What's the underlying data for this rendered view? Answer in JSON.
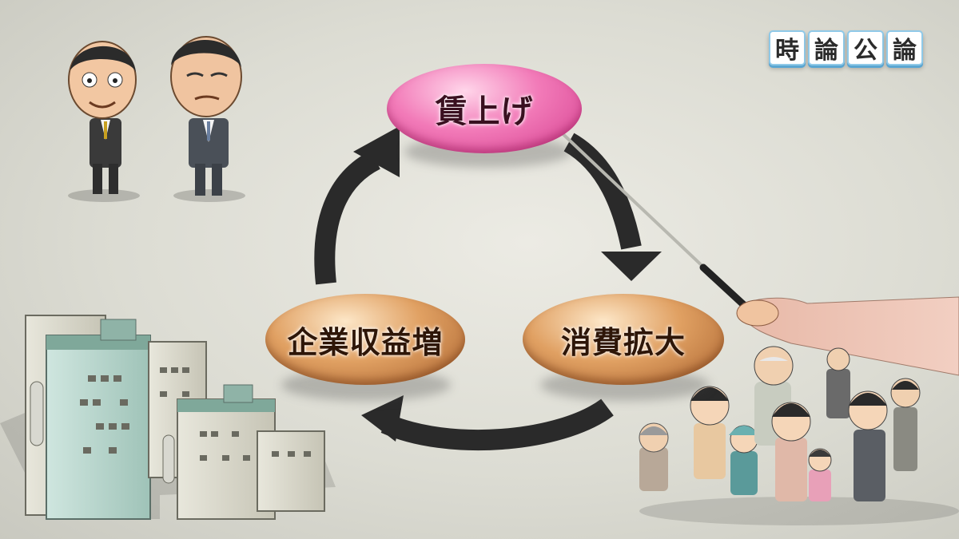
{
  "logo": {
    "chars": [
      "時",
      "論",
      "公",
      "論"
    ]
  },
  "cycle": {
    "nodes": [
      {
        "id": "wage",
        "label": "賃上げ"
      },
      {
        "id": "consumption",
        "label": "消費拡大"
      },
      {
        "id": "profit",
        "label": "企業収益増"
      }
    ]
  },
  "colors": {
    "wage_node": "#f27ab8",
    "other_nodes": "#e0a062",
    "arrows": "#2a2a2a",
    "logo_border": "#8fc9e8"
  },
  "icons": [
    "politician-caricature",
    "office-building",
    "crowd-of-people",
    "pointer-stick"
  ]
}
